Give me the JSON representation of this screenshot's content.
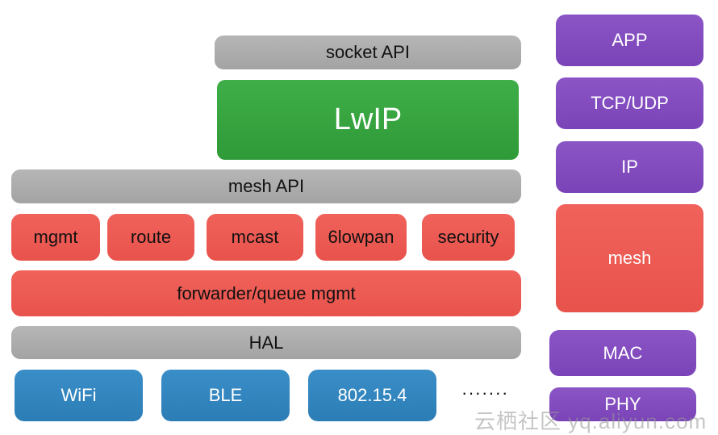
{
  "stack": {
    "socket_api": "socket API",
    "lwip": "LwIP",
    "mesh_api": "mesh API",
    "modules": [
      "mgmt",
      "route",
      "mcast",
      "6lowpan",
      "security"
    ],
    "forwarder": "forwarder/queue mgmt",
    "hal": "HAL",
    "links": [
      "WiFi",
      "BLE",
      "802.15.4"
    ],
    "ellipsis": "·······"
  },
  "osi": {
    "layers": [
      "APP",
      "TCP/UDP",
      "IP",
      "mesh",
      "MAC",
      "PHY"
    ]
  },
  "watermark": "云栖社区 yq.aliyun.com",
  "colors": {
    "grey": "#a9a9a9",
    "green": "#34a33d",
    "red": "#ec5a53",
    "blue": "#3185bd",
    "purple": "#8149bf"
  }
}
